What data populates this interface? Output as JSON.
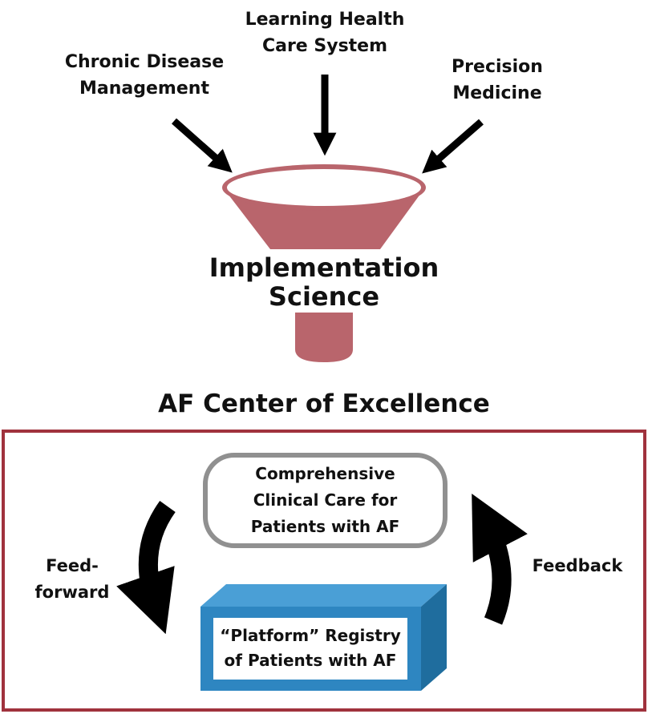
{
  "inputs": {
    "left": [
      "Chronic Disease",
      "Management"
    ],
    "center": [
      "Learning Health",
      "Care System"
    ],
    "right": [
      "Precision",
      "Medicine"
    ]
  },
  "funnel": {
    "label": [
      "Implementation",
      "Science"
    ]
  },
  "center_title": "AF Center of Excellence",
  "cycle": {
    "care_box": [
      "Comprehensive",
      "Clinical Care for",
      "Patients with AF"
    ],
    "registry_box": [
      "“Platform” Registry",
      "of Patients with AF"
    ],
    "feedforward": [
      "Feed-",
      "forward"
    ],
    "feedback": "Feedback"
  },
  "colors": {
    "funnel": "#b9656c",
    "frame": "#a0323d",
    "care_border": "#909090",
    "registry_front": "#2e86c1",
    "registry_side": "#1f6d9e",
    "registry_top": "#4a9fd6",
    "arrows": "#000000"
  }
}
